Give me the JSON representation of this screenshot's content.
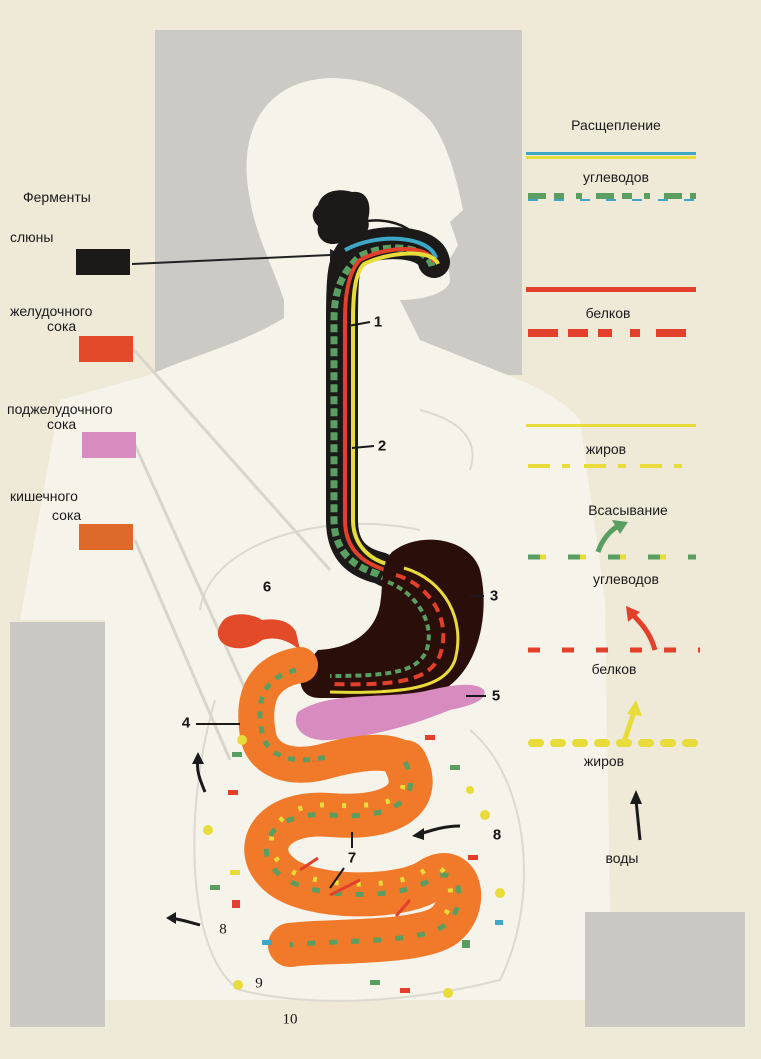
{
  "colors": {
    "background": "#efe9d7",
    "silhouette_head": "#c9c8c2",
    "silhouette_body": "#f7f4ec",
    "saliva": "#1c1a18",
    "gastric": "#e24a2a",
    "pancreatic": "#d88bbf",
    "intestinal": "#dd6a2a",
    "carbohydrates": "#5a9e62",
    "carbohydrates_alt": "#3fa7c6",
    "proteins": "#e2402a",
    "fats": "#e8dc3a",
    "stomach": "#2a0e0a",
    "intestine": "#f07a2a"
  },
  "left_legend": {
    "title": "Ферменты",
    "items": [
      {
        "label": "слюны",
        "swatch": "saliva"
      },
      {
        "label_line1": "желудочного",
        "label_line2": "сока",
        "swatch": "gastric"
      },
      {
        "label_line1": "поджелудочного",
        "label_line2": "сока",
        "swatch": "pancreatic"
      },
      {
        "label_line1": "кишечного",
        "label_line2": "сока",
        "swatch": "intestinal"
      }
    ]
  },
  "right_legend": {
    "breakdown_title": "Расщепление",
    "breakdown_items": [
      "углеводов",
      "белков",
      "жиров"
    ],
    "absorption_title": "Всасывание",
    "absorption_items": [
      "углеводов",
      "белков",
      "жиров",
      "воды"
    ]
  },
  "numbers": [
    "1",
    "2",
    "3",
    "4",
    "5",
    "6",
    "7",
    "8",
    "8",
    "9",
    "10"
  ]
}
